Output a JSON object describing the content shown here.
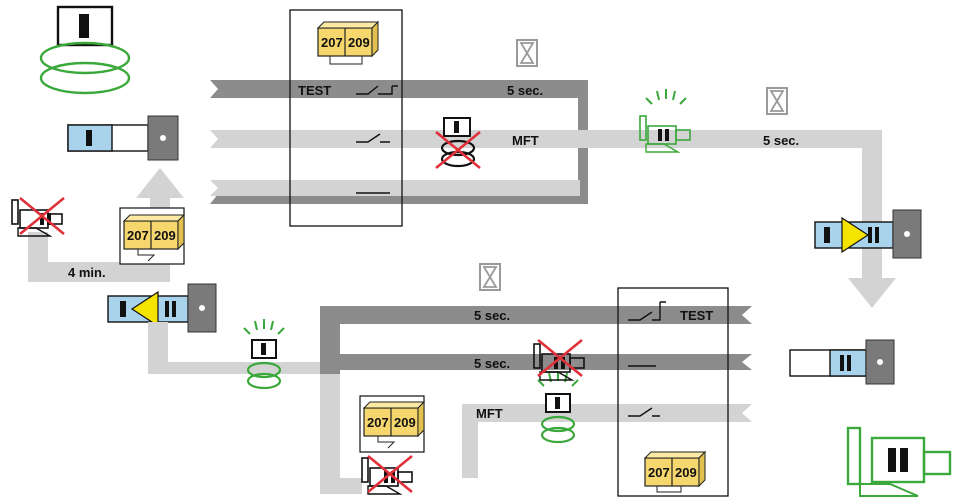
{
  "labels": {
    "test": "TEST",
    "mft": "MFT",
    "five_sec": "5 sec.",
    "four_min": "4 min."
  },
  "relay": {
    "left_number": "207",
    "right_number": "209"
  },
  "switch_symbol": {
    "label": "I",
    "double_label": "II"
  },
  "colors": {
    "dark_flow": "#8c8c8c",
    "light_flow": "#d3d3d3",
    "relay_yellow": "#f5d76e",
    "switch_blue": "#a9d3ec",
    "switch_grey": "#7a7a7a",
    "arrow_yellow": "#f5e400",
    "ok_green": "#3aa83a",
    "cross_red": "#e0303a"
  },
  "icons": [
    "transformer-coil-icon",
    "breaker-icon",
    "generator-icon",
    "hourglass-icon",
    "relay-module-icon",
    "contact-symbol-icon"
  ]
}
